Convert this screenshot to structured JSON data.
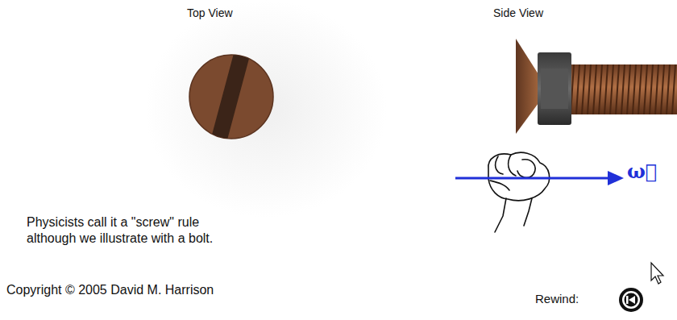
{
  "diagram": {
    "labels": [
      "Top View",
      "Side View",
      "ω⃗",
      "Physicists call it a \"screw\" rule although we illustrate with a bolt.",
      "Copyright © 2005 David M. Harrison",
      "Rewind:"
    ]
  }
}
